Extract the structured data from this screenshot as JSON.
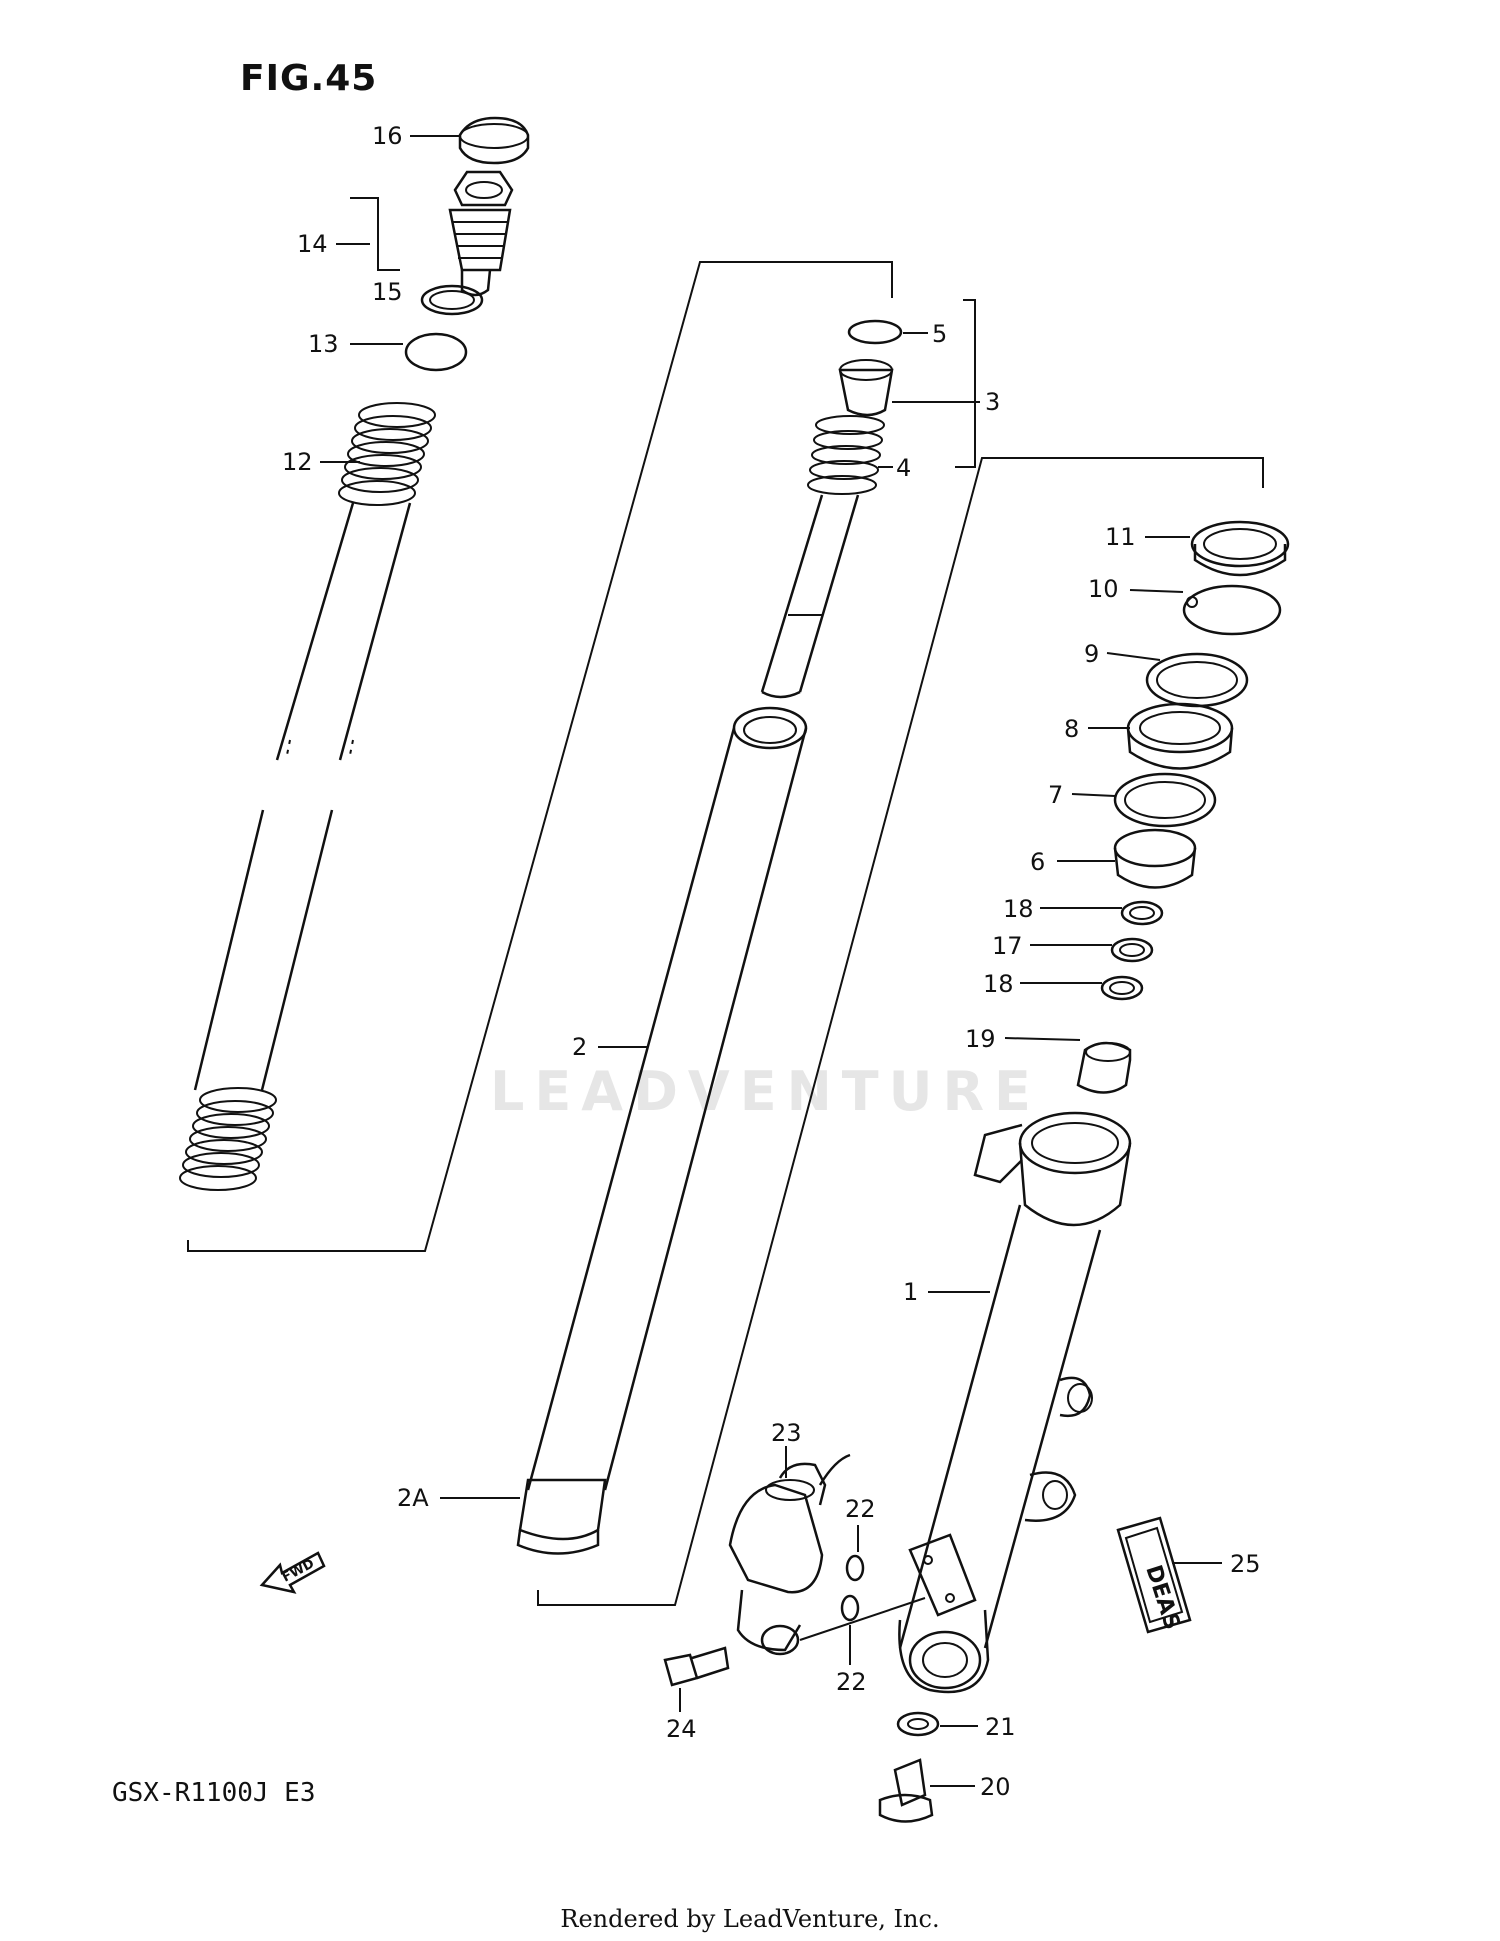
{
  "figure_title": "FIG.45",
  "model_code": "GSX-R1100J E3",
  "watermark": "LEADVENTURE",
  "footer": "Rendered by LeadVenture, Inc.",
  "fwd_label": "FWD",
  "decal_text": "DEAS",
  "callouts": [
    {
      "id": "c16",
      "label": "16"
    },
    {
      "id": "c14",
      "label": "14"
    },
    {
      "id": "c15",
      "label": "15"
    },
    {
      "id": "c13",
      "label": "13"
    },
    {
      "id": "c12",
      "label": "12"
    },
    {
      "id": "c5",
      "label": "5"
    },
    {
      "id": "c3",
      "label": "3"
    },
    {
      "id": "c4",
      "label": "4"
    },
    {
      "id": "c11",
      "label": "11"
    },
    {
      "id": "c10",
      "label": "10"
    },
    {
      "id": "c9",
      "label": "9"
    },
    {
      "id": "c8",
      "label": "8"
    },
    {
      "id": "c7",
      "label": "7"
    },
    {
      "id": "c6",
      "label": "6"
    },
    {
      "id": "c18a",
      "label": "18"
    },
    {
      "id": "c17",
      "label": "17"
    },
    {
      "id": "c18b",
      "label": "18"
    },
    {
      "id": "c19",
      "label": "19"
    },
    {
      "id": "c2",
      "label": "2"
    },
    {
      "id": "c1",
      "label": "1"
    },
    {
      "id": "c2A",
      "label": "2A"
    },
    {
      "id": "c23",
      "label": "23"
    },
    {
      "id": "c22a",
      "label": "22"
    },
    {
      "id": "c22b",
      "label": "22"
    },
    {
      "id": "c25",
      "label": "25"
    },
    {
      "id": "c24",
      "label": "24"
    },
    {
      "id": "c21",
      "label": "21"
    },
    {
      "id": "c20",
      "label": "20"
    }
  ]
}
